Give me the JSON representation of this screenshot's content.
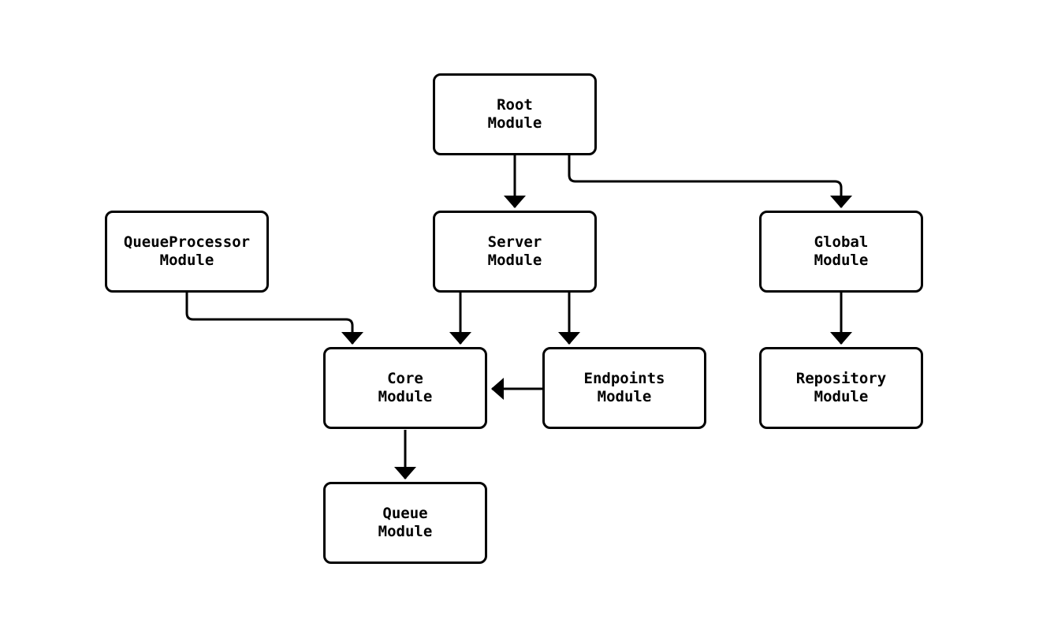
{
  "diagram": {
    "type": "flowchart",
    "background_color": "#ffffff",
    "node_fill_color": "#ffffff",
    "stroke_color": "#000000",
    "nodes": [
      {
        "id": "root",
        "label": "Root\nModule"
      },
      {
        "id": "server",
        "label": "Server\nModule"
      },
      {
        "id": "queue_processor",
        "label": "QueueProcessor\nModule"
      },
      {
        "id": "global",
        "label": "Global\nModule"
      },
      {
        "id": "core",
        "label": "Core\nModule"
      },
      {
        "id": "endpoints",
        "label": "Endpoints\nModule"
      },
      {
        "id": "repository",
        "label": "Repository\nModule"
      },
      {
        "id": "queue",
        "label": "Queue\nModule"
      }
    ],
    "edges": [
      {
        "from": "Root Module",
        "to": "Server Module"
      },
      {
        "from": "Root Module",
        "to": "Global Module"
      },
      {
        "from": "QueueProcessor Module",
        "to": "Core Module"
      },
      {
        "from": "Server Module",
        "to": "Core Module"
      },
      {
        "from": "Server Module",
        "to": "Endpoints Module"
      },
      {
        "from": "Endpoints Module",
        "to": "Core Module"
      },
      {
        "from": "Global Module",
        "to": "Repository Module"
      },
      {
        "from": "Core Module",
        "to": "Queue Module"
      }
    ]
  }
}
